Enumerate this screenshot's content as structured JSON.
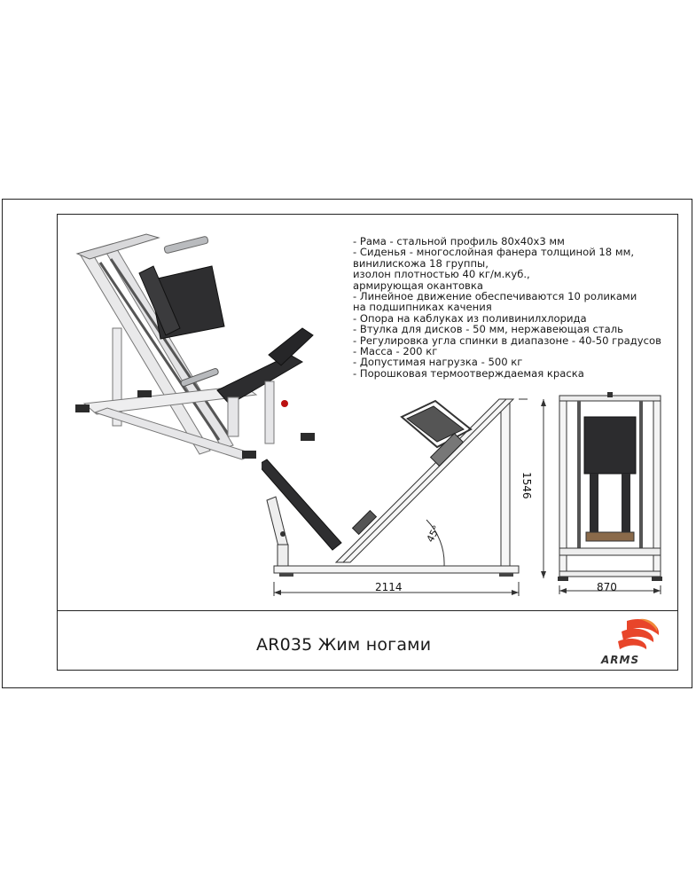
{
  "specs": [
    "- Рама - стальной профиль 80х40х3 мм",
    "- Сиденья - многослойная фанера толщиной 18 мм,",
    "винилискожа 18 группы,",
    "изолон плотностью 40 кг/м.куб.,",
    "армирующая окантовка",
    "- Линейное движение обеспечиваются 10 роликами",
    "на подшипниках качения",
    "- Опора на каблуках из поливинилхлорида",
    "- Втулка для дисков - 50 мм, нержавеющая сталь",
    "- Регулировка угла спинки в диапазоне - 40-50 градусов",
    "- Масса - 200 кг",
    "- Допустимая нагрузка - 500 кг",
    "- Порошковая термоотверждаемая краска"
  ],
  "dimensions": {
    "length": "2114",
    "height": "1546",
    "width": "870",
    "angle": "45°"
  },
  "title": "AR035 Жим ногами",
  "logo": {
    "text": "ARMS",
    "color": "#e8452a"
  }
}
